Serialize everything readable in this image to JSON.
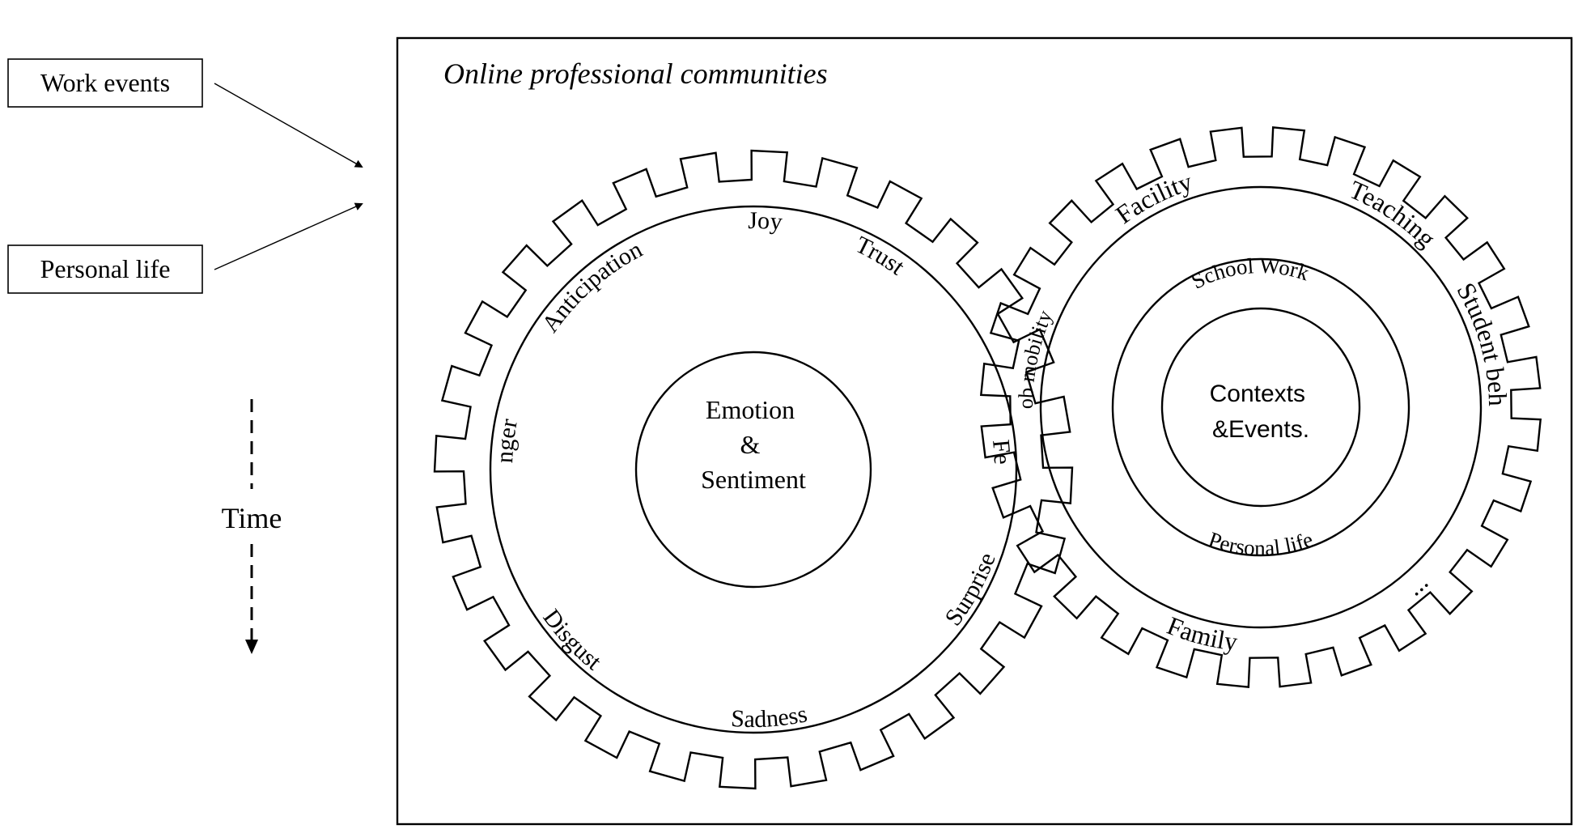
{
  "inputs": {
    "work_events": "Work events",
    "personal_life": "Personal life",
    "time": "Time"
  },
  "frame": {
    "title": "Online professional communities"
  },
  "left_gear": {
    "center_lines": [
      "Emotion",
      "&",
      "Sentiment"
    ],
    "labels": [
      "Joy",
      "Trust",
      "Fear",
      "Surprise",
      "Sadness",
      "Disgust",
      "Anger",
      "Anticipation"
    ]
  },
  "right_gear": {
    "center_lines": [
      "Contexts",
      "&Events."
    ],
    "outer_labels": [
      "Teaching",
      "Student behavior",
      "...",
      "Family",
      "Job mobility",
      "Facility"
    ],
    "inner_labels": [
      "School Work",
      "Personal life"
    ]
  }
}
